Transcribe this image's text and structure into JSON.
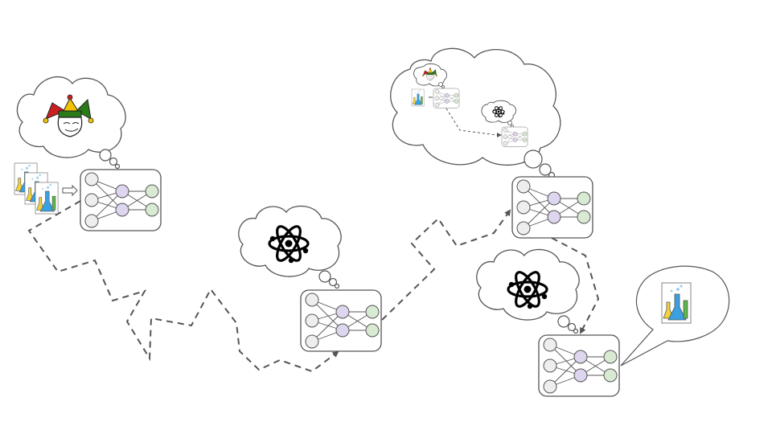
{
  "diagram": {
    "kind": "neural-network-training-trajectory",
    "networks": [
      {
        "id": "net-1",
        "thought": "jester-hat-icon"
      },
      {
        "id": "net-2",
        "thought": "atom-icon"
      },
      {
        "id": "net-3",
        "thought": "nested-reasoning"
      },
      {
        "id": "net-4",
        "thought": "atom-icon",
        "speech": "lab-flasks-icon"
      }
    ],
    "input_stack": {
      "icon": "lab-flasks-icon",
      "count": 3
    },
    "colors": {
      "stroke": "#555555",
      "node_input": "#eeeeee",
      "node_hidden": "#ddd6ee",
      "node_output": "#d9ead3",
      "path": "#555555",
      "jester_red": "#cc1f1f",
      "jester_green": "#2a7a1a",
      "jester_yellow": "#f2c200",
      "flask_blue": "#3aa0e0",
      "flask_yellow": "#f2d23a",
      "flask_green": "#5ab84a"
    }
  }
}
